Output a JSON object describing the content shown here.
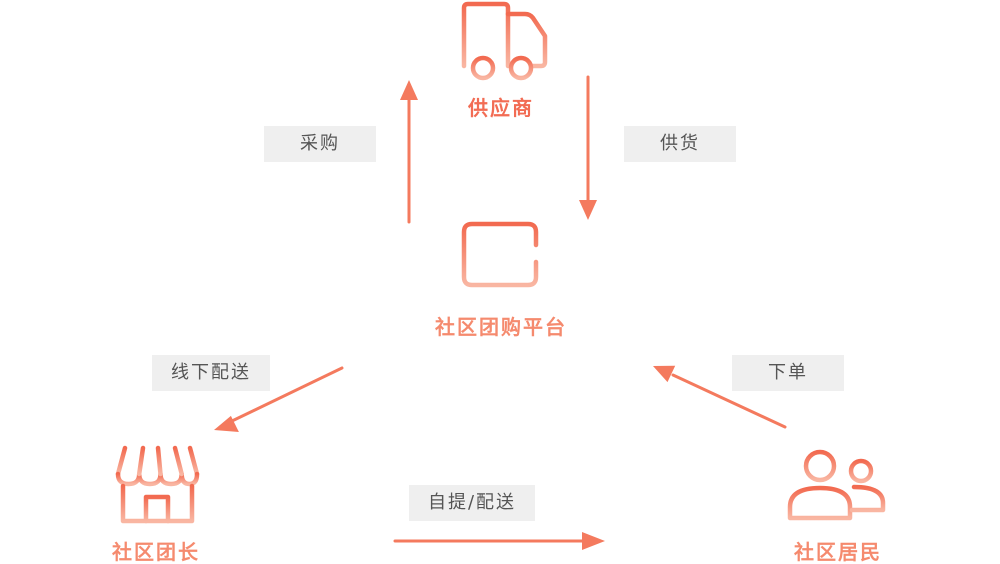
{
  "colors": {
    "accent": "#f47a5e",
    "icon_gradient_top": "#f26a50",
    "icon_gradient_bottom": "#f9b6a2",
    "tag_background": "#efefef",
    "tag_text": "#555555"
  },
  "nodes": {
    "supplier": {
      "label": "供应商",
      "icon": "truck-icon"
    },
    "platform": {
      "label": "社区团购平台",
      "icon": "monitor-icon"
    },
    "leader": {
      "label": "社区团长",
      "icon": "storefront-icon"
    },
    "residents": {
      "label": "社区居民",
      "icon": "users-icon"
    }
  },
  "edges": {
    "purchase": {
      "label": "采购"
    },
    "supply": {
      "label": "供货"
    },
    "offline_delivery": {
      "label": "线下配送"
    },
    "order": {
      "label": "下单"
    },
    "pickup_delivery": {
      "label": "自提/配送"
    }
  }
}
